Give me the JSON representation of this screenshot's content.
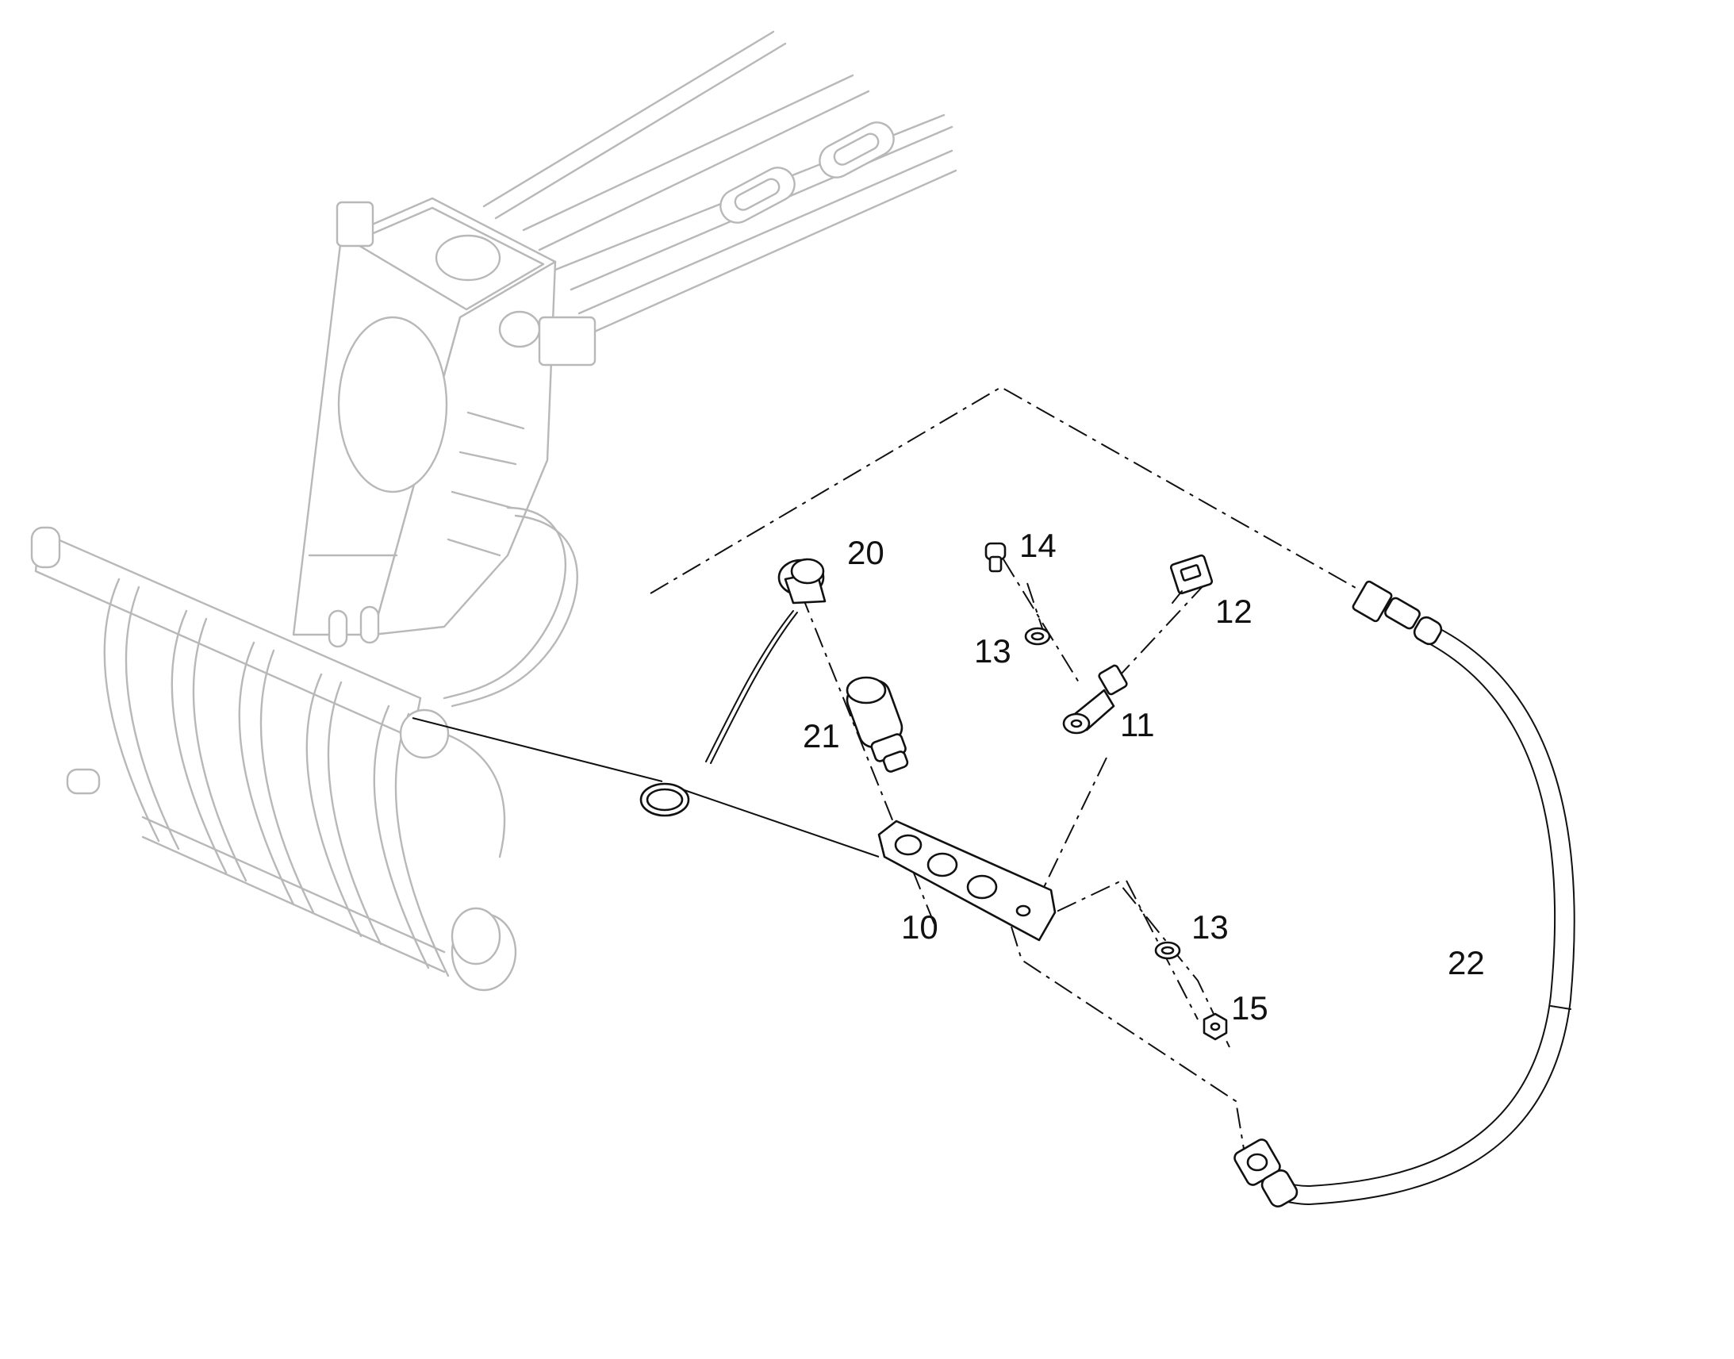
{
  "callouts": [
    {
      "id": "10",
      "label": "10"
    },
    {
      "id": "11",
      "label": "11"
    },
    {
      "id": "12",
      "label": "12"
    },
    {
      "id": "13a",
      "label": "13"
    },
    {
      "id": "13b",
      "label": "13"
    },
    {
      "id": "14",
      "label": "14"
    },
    {
      "id": "15",
      "label": "15"
    },
    {
      "id": "20",
      "label": "20"
    },
    {
      "id": "21",
      "label": "21"
    },
    {
      "id": "22",
      "label": "22"
    }
  ]
}
